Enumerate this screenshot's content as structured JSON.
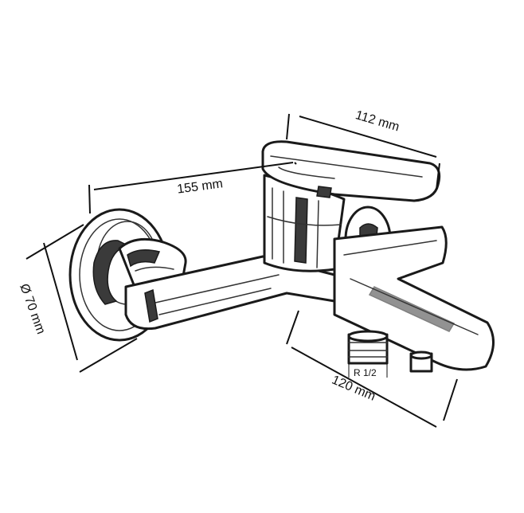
{
  "dimensions": {
    "width_top": "112 mm",
    "length": "155  mm",
    "diameter": "Ø 70 mm",
    "outlet_spacing": "120 mm",
    "thread": "R 1/2"
  }
}
